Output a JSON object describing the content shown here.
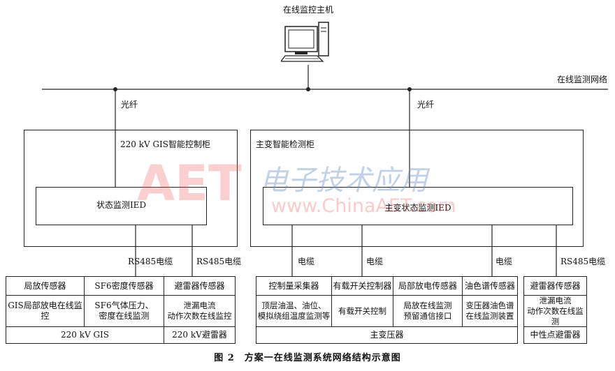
{
  "host": {
    "label": "在线监控主机"
  },
  "network": {
    "label": "在线监测网络",
    "fiber_left": "光纤",
    "fiber_right": "光纤"
  },
  "gis_cabinet": {
    "title": "220 kV GIS智能控制柜",
    "ied": "状态监测IED",
    "rs485_a": "RS485电缆",
    "rs485_b": "RS485电缆"
  },
  "main_cabinet": {
    "title": "主变智能检测柜",
    "ied": "主变状态监测IED",
    "cable_1": "电缆",
    "cable_2": "电缆",
    "cable_3": "电缆",
    "rs485": "RS485电缆"
  },
  "gis_table": {
    "headers": [
      "局放传感器",
      "SF6密度传感器",
      "避雷器传感器"
    ],
    "functions": [
      "GIS局部放电在线监控",
      "SF6气体压力、\n密度在线监测",
      "泄漏电流\n动作次数在线监控"
    ],
    "footer_left": "220 kV GIS",
    "footer_right": "220 kV避雷器"
  },
  "main_table": {
    "headers": [
      "控制量采集器",
      "有载开关控制器",
      "局部放电传感器",
      "油色谱传感器"
    ],
    "functions": [
      "顶层油温、油位、\n模拟绕组温度监测等",
      "有载开关控制",
      "局放在线监测\n预留通信接口",
      "变压器油色谱\n在线监测装置"
    ],
    "footer": "主变压器"
  },
  "arrester_table": {
    "header": "避雷器传感器",
    "function": "泄漏电流\n动作次数在线监测",
    "footer": "中性点避雷器"
  },
  "watermark": {
    "logo": "AET",
    "slogan": "电子技术应用",
    "url": "www.ChinaAET.com"
  },
  "caption": "图 2　方案一在线监测系统网络结构示意图"
}
